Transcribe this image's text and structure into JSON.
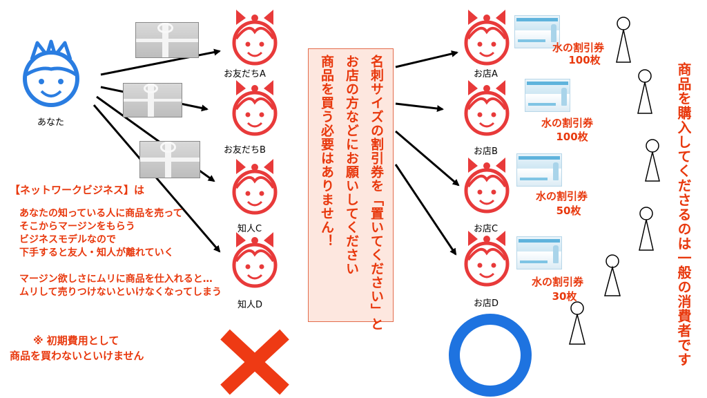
{
  "you": {
    "label": "あなた"
  },
  "friends": [
    {
      "label": "お友だちA"
    },
    {
      "label": "お友だちB"
    },
    {
      "label": "知人C"
    },
    {
      "label": "知人D"
    }
  ],
  "shops": [
    {
      "label": "お店A",
      "coupon_label": "水の割引券",
      "coupon_count": "100枚"
    },
    {
      "label": "お店B",
      "coupon_label": "水の割引券",
      "coupon_count": "100枚"
    },
    {
      "label": "お店C",
      "coupon_label": "水の割引券",
      "coupon_count": "50枚"
    },
    {
      "label": "お店D",
      "coupon_label": "水の割引券",
      "coupon_count": "30枚"
    }
  ],
  "callout": {
    "col1": "名刺サイズの割引券を「置いてください」と",
    "col2": "お店の方などにお願いしてください",
    "col3": "商品を買う必要はありません！"
  },
  "network_note": {
    "heading": "【ネットワークビジネス】は",
    "lines": [
      "あなたの知っている人に商品を売って",
      "そこからマージンをもらう",
      "ビジネスモデルなので",
      "下手すると友人・知人が離れていく",
      "",
      "マージン欲しさにムリに商品を仕入れると…",
      "ムリして売りつけないといけなくなってしまう"
    ],
    "footnote_1": "※ 初期費用として",
    "footnote_2": "商品を買わないといけません"
  },
  "consumers_text": "商品を購入してくださるのは一般の消費者です",
  "colors": {
    "accent_red": "#e8380d",
    "face_red": "#e83a3a",
    "face_blue": "#2a7de1",
    "circle_blue": "#1e73e0"
  }
}
